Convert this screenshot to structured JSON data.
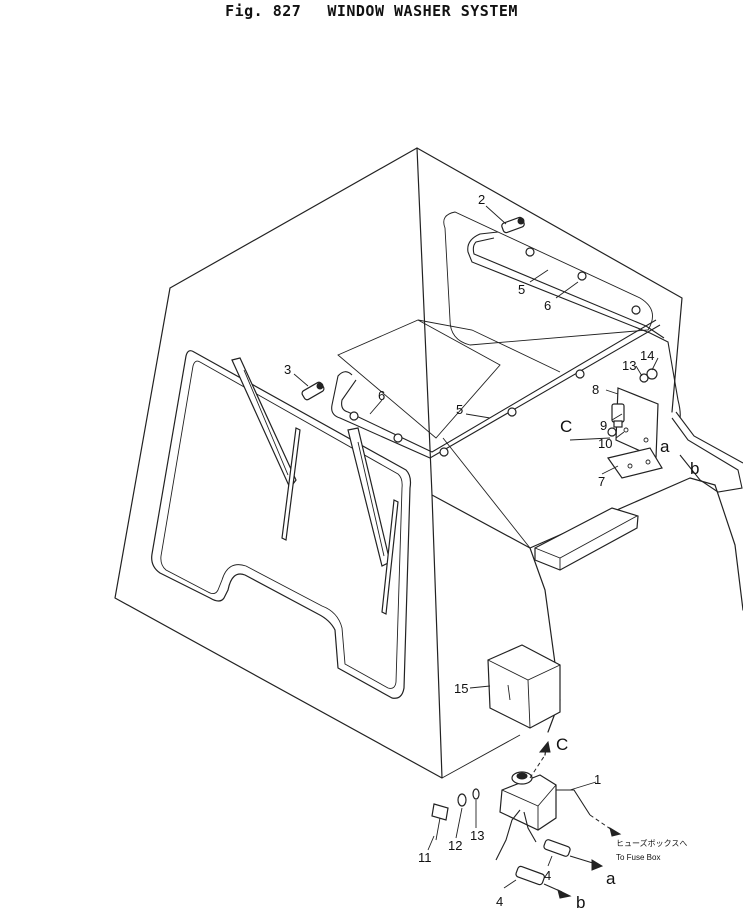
{
  "title": {
    "fig": "Fig. 827",
    "name": "WINDOW WASHER SYSTEM"
  },
  "callouts": {
    "p1": "1",
    "p2": "2",
    "p3": "3",
    "p4a": "4",
    "p4b": "4",
    "p5a": "5",
    "p5b": "5",
    "p6a": "6",
    "p6b": "6",
    "p7": "7",
    "p8": "8",
    "p9": "9",
    "p10": "10",
    "p11": "11",
    "p12": "12",
    "p13a": "13",
    "p13b": "13",
    "p14": "14",
    "p15": "15"
  },
  "connectors": {
    "a_top": "a",
    "b_top": "b",
    "c_top": "C",
    "a_bottom": "a",
    "b_bottom": "b",
    "c_bottom": "C"
  },
  "notes": {
    "fuse_jp": "ヒューズボックスへ",
    "fuse_en": "To Fuse Box"
  }
}
